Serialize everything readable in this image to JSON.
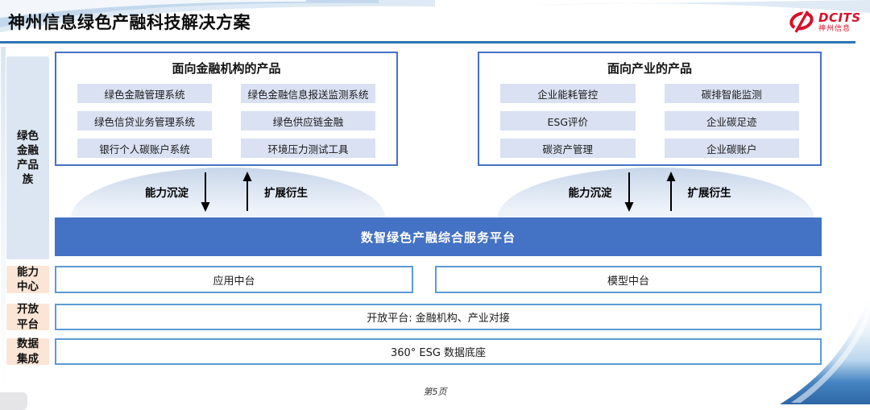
{
  "header": {
    "title": "神州信息绿色产融科技解决方案",
    "logo": {
      "brand": "DCITS",
      "brand_cn": "神州信息"
    }
  },
  "sidebar": {
    "product_family": "绿色\n金融\n产品\n族",
    "capability": "能力\n中心",
    "open_platform": "开放\n平台",
    "data_integration": "数据\n集成"
  },
  "financial_products": {
    "title": "面向金融机构的产品",
    "items": [
      "绿色金融管理系统",
      "绿色金融信息报送监测系统",
      "绿色信贷业务管理系统",
      "绿色供应链金融",
      "银行个人碳账户系统",
      "环境压力测试工具"
    ]
  },
  "industry_products": {
    "title": "面向产业的产品",
    "items": [
      "企业能耗管控",
      "碳排智能监测",
      "ESG评价",
      "企业碳足迹",
      "碳资产管理",
      "企业碳账户"
    ]
  },
  "flows": {
    "down_label": "能力沉淀",
    "up_label": "扩展衍生"
  },
  "platform": {
    "title": "数智绿色产融综合服务平台"
  },
  "capability_row": {
    "left": "应用中台",
    "right": "模型中台"
  },
  "open_platform_row": {
    "text": "开放平台: 金融机构、产业对接"
  },
  "data_row": {
    "text": "360° ESG 数据底座"
  },
  "footer": {
    "page": "第5页"
  },
  "colors": {
    "accent_blue": "#4472c4",
    "row_border_blue": "#5b9bd5",
    "header_line_blue": "#2e75b6",
    "sidebar_blue": "#dce6f2",
    "sidebar_peach": "#fbe5d6",
    "chip_lavender": "#d9e1f2",
    "logo_red": "#d8112b"
  }
}
